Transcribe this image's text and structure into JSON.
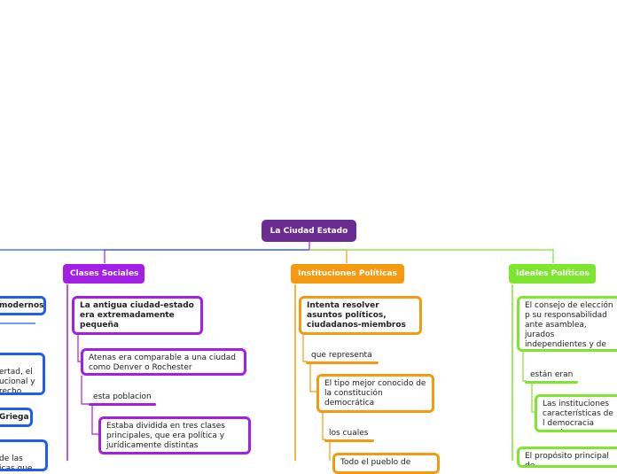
{
  "colors": {
    "root": "#6a2c91",
    "violet": "#a31ee6",
    "orange": "#f59a10",
    "green": "#7ee62e",
    "blue": "#1d5ef0"
  },
  "root": {
    "title": "La Ciudad Estado"
  },
  "left_partial": {
    "items": [
      {
        "text": "modernos"
      },
      {
        "text": "ertad, el\nucional y\nrecho"
      },
      {
        "text": "Griega"
      },
      {
        "text": "de las\nicas que"
      }
    ]
  },
  "branches": {
    "social": {
      "title": "Clases Sociales",
      "node1": "La antigua ciudad-estado era extremadamente pequeña",
      "node2": "Atenas era comparable a una ciudad como Denver o Rochester",
      "label1": "esta poblacion",
      "node3": "Estaba dividida en tres clases principales, que era política y jurídicamente distintas"
    },
    "political": {
      "title": "Instituciones Políticas",
      "node1": "Intenta resolver asuntos políticos, ciudadanos-miembros",
      "label1": "que representa",
      "node2": "El tipo mejor conocido de la constitución democrática",
      "label2": "los cuales",
      "node3": "Todo el pueblo de"
    },
    "ideals": {
      "title": "Ideales Políticos",
      "node1": "El consejo de elección p su responsabilidad ante asamblea, jurados independientes y de ele popular",
      "label1": "están eran",
      "node2": "Las instituciones características de l democracia atenien",
      "node3": "El propósito principal de"
    }
  }
}
